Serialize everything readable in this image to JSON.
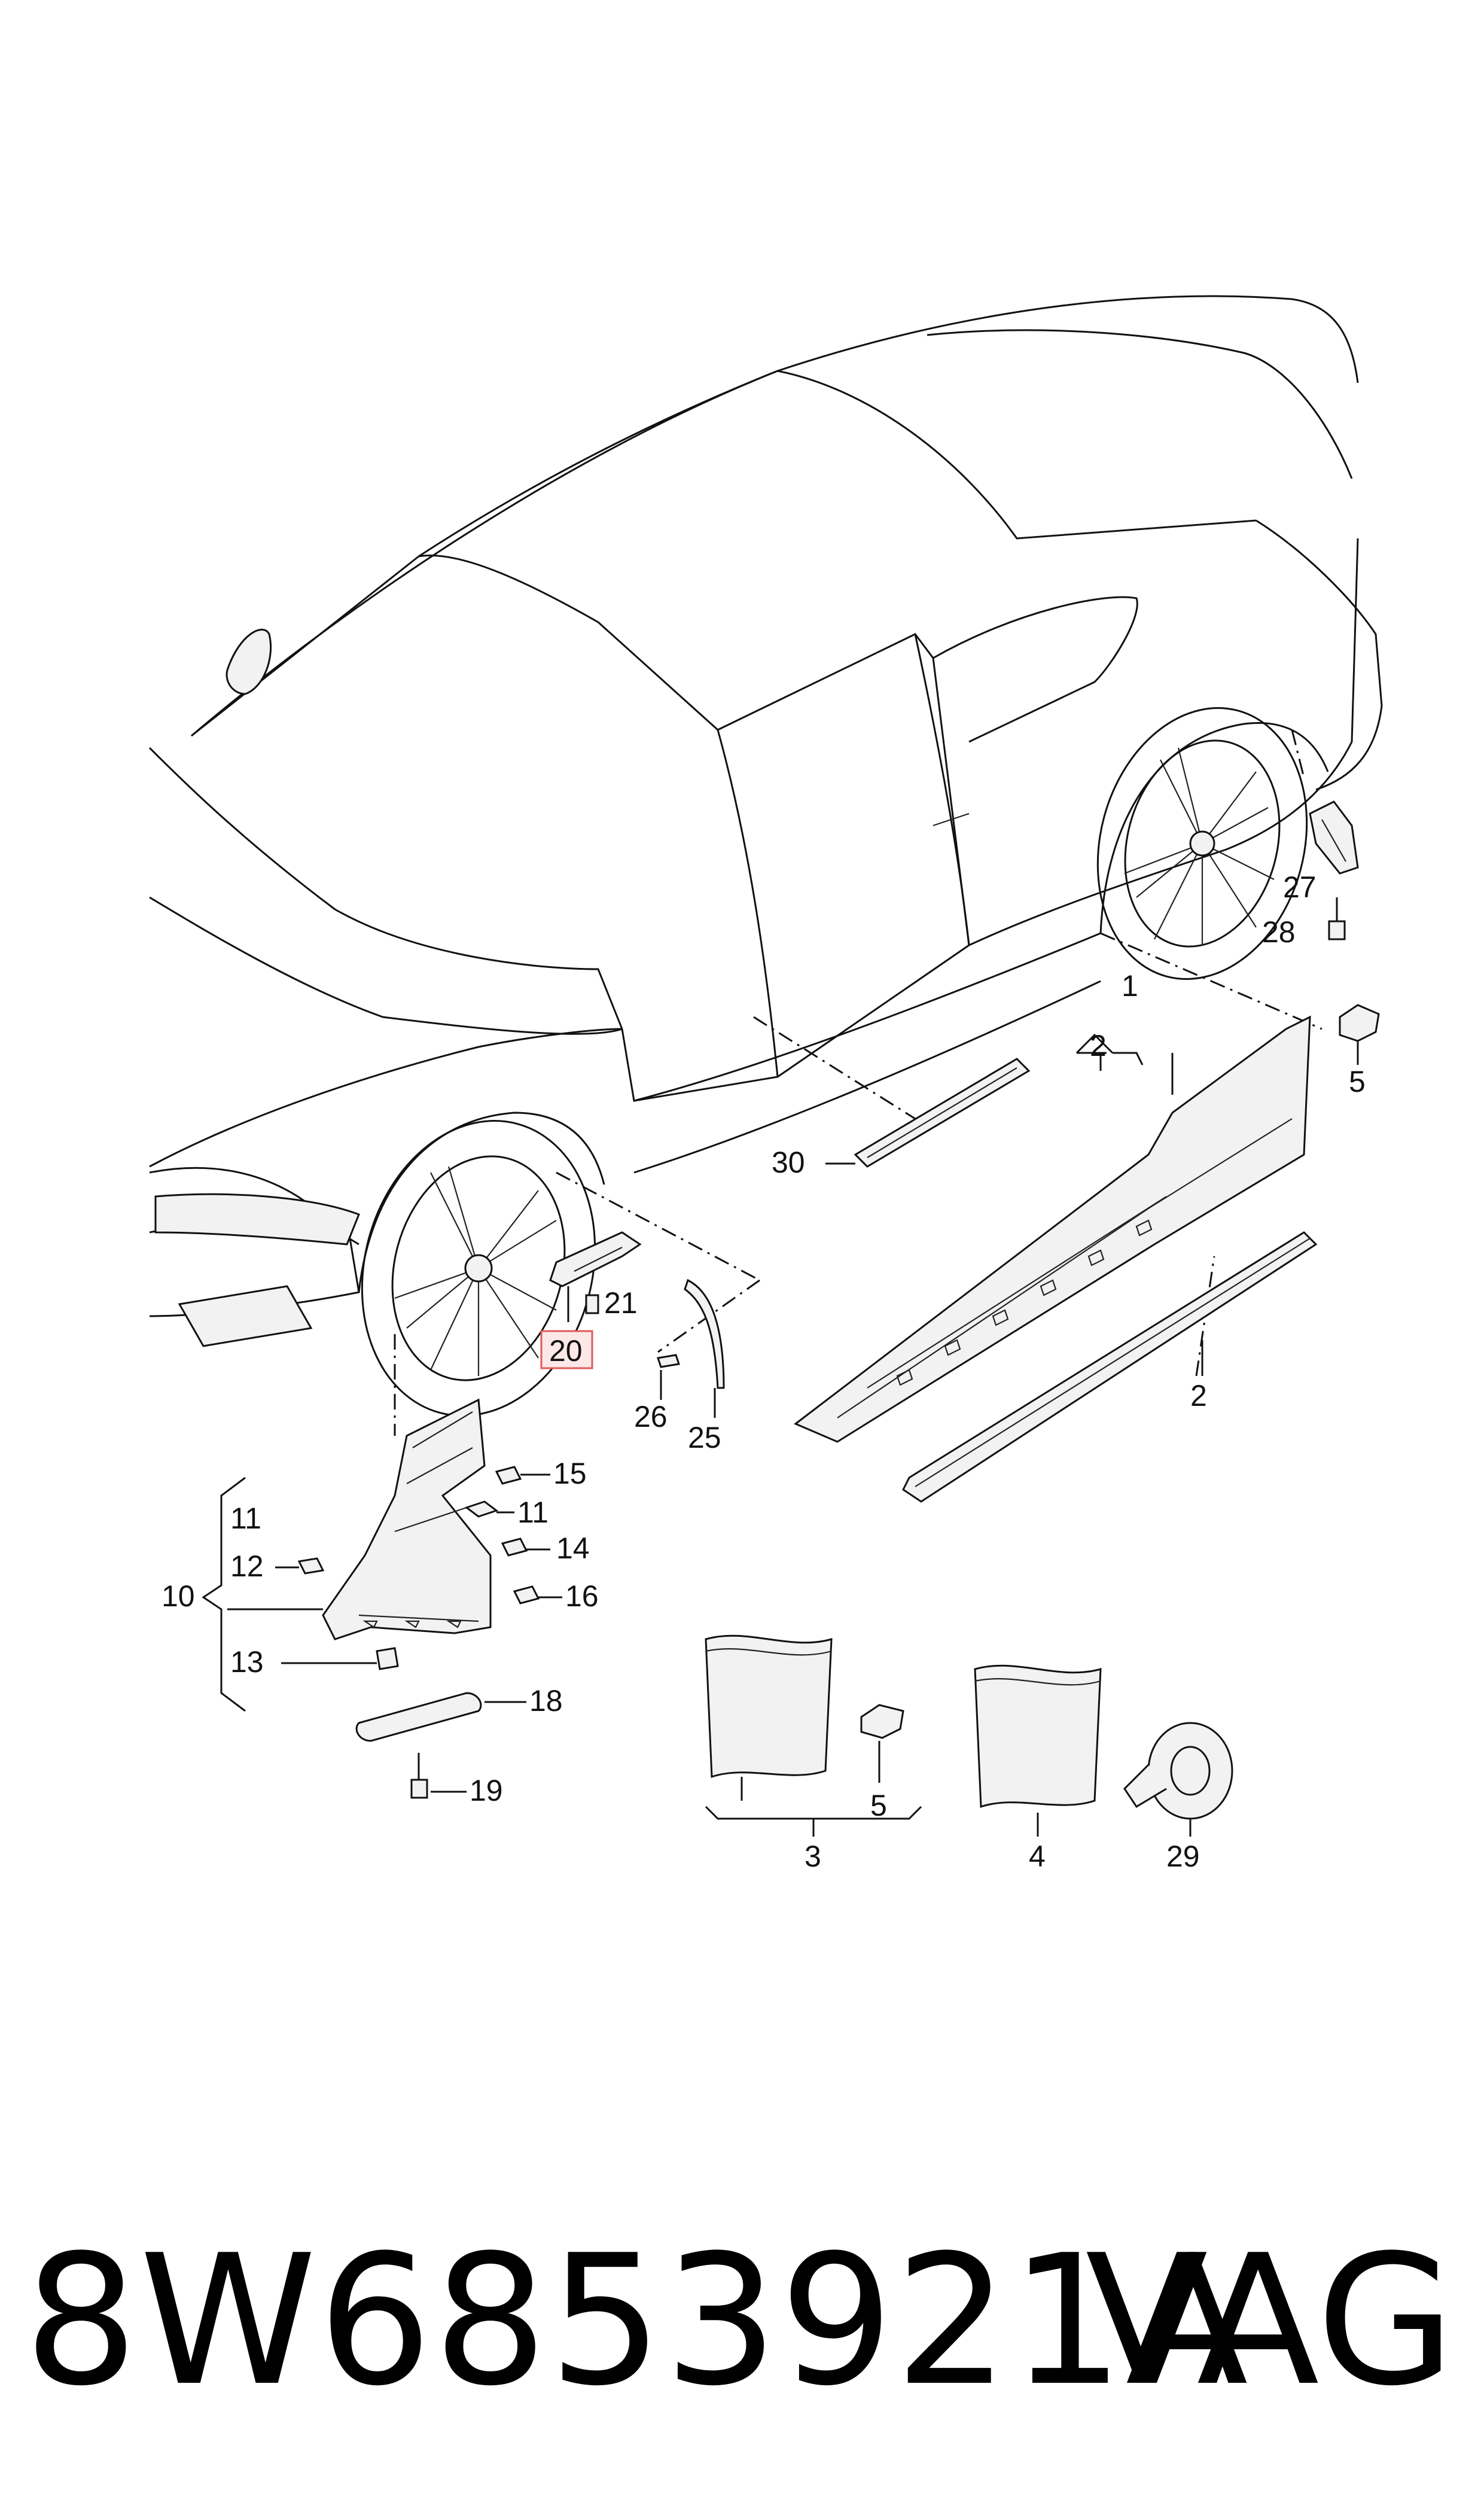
{
  "diagram": {
    "callouts": [
      {
        "id": "c1",
        "text": "1"
      },
      {
        "id": "c2a",
        "text": "2"
      },
      {
        "id": "c2b",
        "text": "2"
      },
      {
        "id": "c3",
        "text": "3"
      },
      {
        "id": "c4",
        "text": "4"
      },
      {
        "id": "c5a",
        "text": "5"
      },
      {
        "id": "c5b",
        "text": "5"
      },
      {
        "id": "c10",
        "text": "10"
      },
      {
        "id": "c11a",
        "text": "11"
      },
      {
        "id": "c11b",
        "text": "11"
      },
      {
        "id": "c12",
        "text": "12"
      },
      {
        "id": "c13",
        "text": "13"
      },
      {
        "id": "c14",
        "text": "14"
      },
      {
        "id": "c15",
        "text": "15"
      },
      {
        "id": "c16",
        "text": "16"
      },
      {
        "id": "c18",
        "text": "18"
      },
      {
        "id": "c19",
        "text": "19"
      },
      {
        "id": "c20",
        "text": "20"
      },
      {
        "id": "c21",
        "text": "21"
      },
      {
        "id": "c25",
        "text": "25"
      },
      {
        "id": "c26",
        "text": "26"
      },
      {
        "id": "c27",
        "text": "27"
      },
      {
        "id": "c28",
        "text": "28"
      },
      {
        "id": "c29",
        "text": "29"
      },
      {
        "id": "c30",
        "text": "30"
      }
    ],
    "highlighted_callout": "20",
    "highlight_color": "#e05a5a"
  },
  "footer": {
    "part_number": "8W6853921A",
    "brand": "VAG"
  }
}
